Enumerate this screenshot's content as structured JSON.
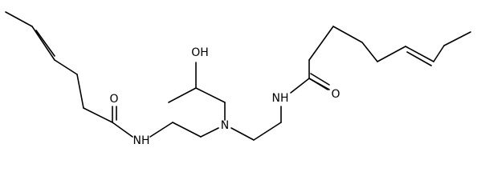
{
  "diagram": {
    "type": "skeletal-structure",
    "atom_labels": {
      "left_amide_oxygen": "O",
      "left_amide_nitrogen": "NH",
      "central_nitrogen": "N",
      "hydroxyl": "OH",
      "right_amide_nitrogen": "NH",
      "right_amide_oxygen": "O"
    }
  }
}
